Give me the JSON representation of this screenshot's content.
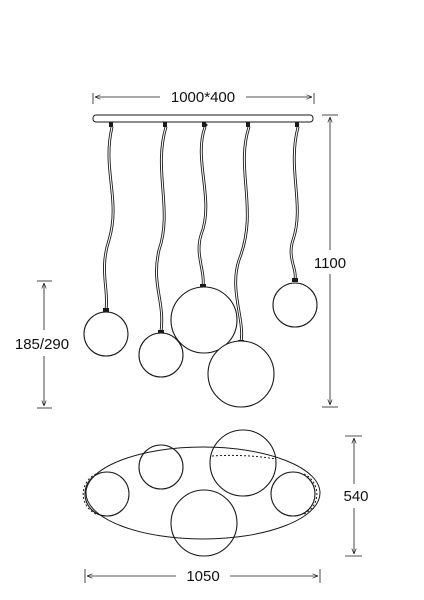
{
  "dimensions": {
    "canopy": "1000*400",
    "total_height": "1100",
    "globe_diameters": "185/290",
    "plan_length": "1050",
    "plan_width": "540"
  }
}
